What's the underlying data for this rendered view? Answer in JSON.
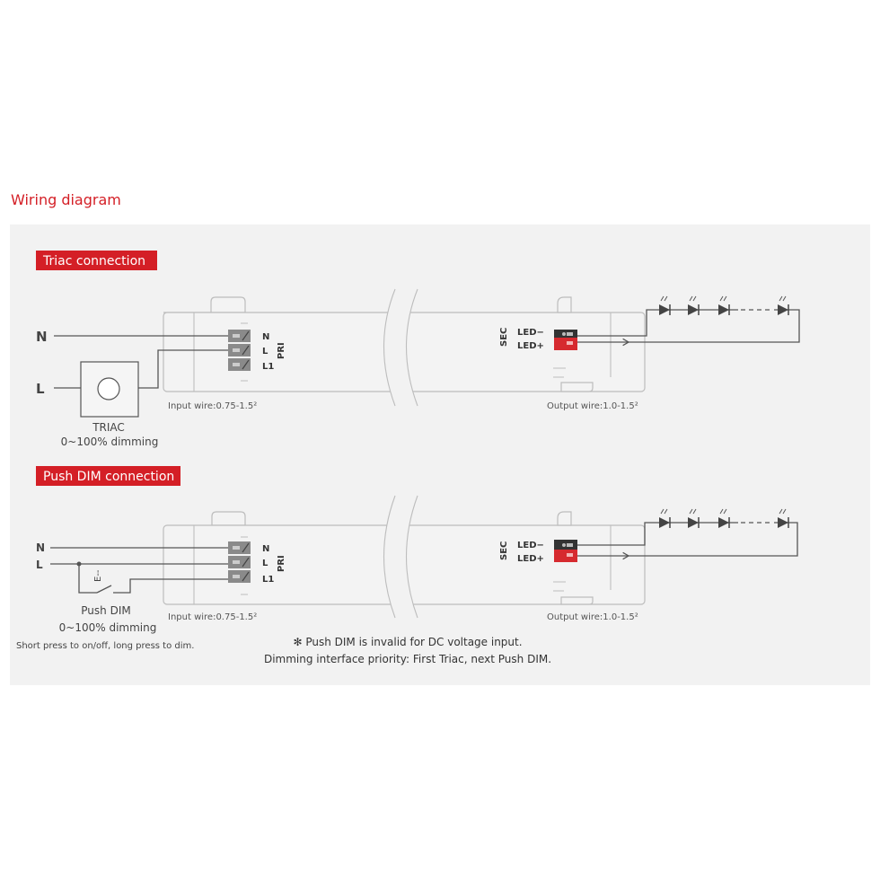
{
  "title": "Wiring diagram",
  "sections": {
    "triac": {
      "tab_label": "Triac connection",
      "line_n": "N",
      "line_l": "L",
      "device_name": "TRIAC",
      "device_desc": "0~100% dimming"
    },
    "pushdim": {
      "tab_label": "Push DIM connection",
      "line_n": "N",
      "line_l": "L",
      "switch_symbol": "E--",
      "device_name": "Push DIM",
      "device_desc": "0~100% dimming",
      "usage_note": "Short press to on/off, long press to dim."
    }
  },
  "driver": {
    "pri_terminals": [
      "N",
      "L",
      "L1"
    ],
    "pri_label": "PRI",
    "sec_label": "SEC",
    "sec_terminals": [
      "LED−",
      "LED+"
    ],
    "input_wire": "Input wire:0.75-1.5²",
    "output_wire": "Output wire:1.0-1.5²"
  },
  "notes": {
    "line1": "✻ Push DIM is invalid for DC voltage input.",
    "line2": "Dimming interface priority: First Triac, next Push DIM."
  },
  "colors": {
    "accent": "#d41f26",
    "panel": "#f2f2f2",
    "terminal_red": "#d62a2f",
    "terminal_dark": "#333333",
    "terminal_grey": "#8a8a8a"
  }
}
